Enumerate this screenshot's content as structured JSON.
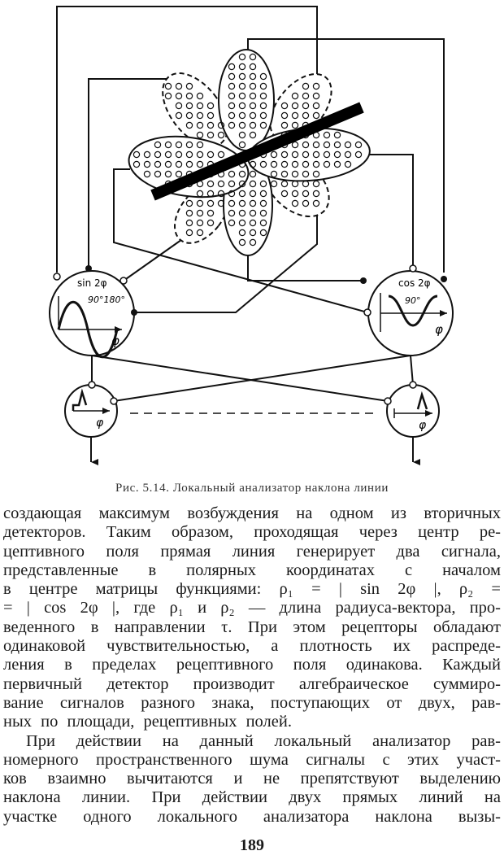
{
  "figure": {
    "sin_label": "sin 2φ",
    "cos_label": "cos 2φ",
    "sin_ticks": "90°180°",
    "cos_tick": "90°",
    "phi": "φ"
  },
  "caption": "Рис. 5.14. Локальный анализатор наклона линии",
  "body_lines": [
    "создающая максимум возбуждения на одном из вторичных",
    "детекторов. Таким образом, проходящая через центр ре-",
    "цептивного поля прямая линия генерирует два сигнала,",
    "представленные в полярных координатах с началом",
    "в центре матрицы функциями: ρ₁ = | sin 2φ |, ρ₂ =",
    "= | cos 2φ |, где ρ₁ и ρ₂ — длина радиуса-вектора, про-",
    "веденного в направлении τ. При этом рецепторы обладают",
    "одинаковой чувствительностью, а плотность их распреде-",
    "ления в пределах рецептивного поля одинакова. Каждый",
    "первичный детектор производит алгебраическое суммиро-",
    "вание сигналов разного знака, поступающих от двух, рав-",
    "ных по площади, рецептивных полей.",
    "При действии на данный локальный анализатор рав-",
    "номерного пространственного шума сигналы с этих участ-",
    "ков взаимно вычитаются и не препятствуют выделению",
    "наклона линии. При действии двух прямых линий на",
    "участке одного локального анализатора наклона вызы-"
  ],
  "page_number": "189"
}
